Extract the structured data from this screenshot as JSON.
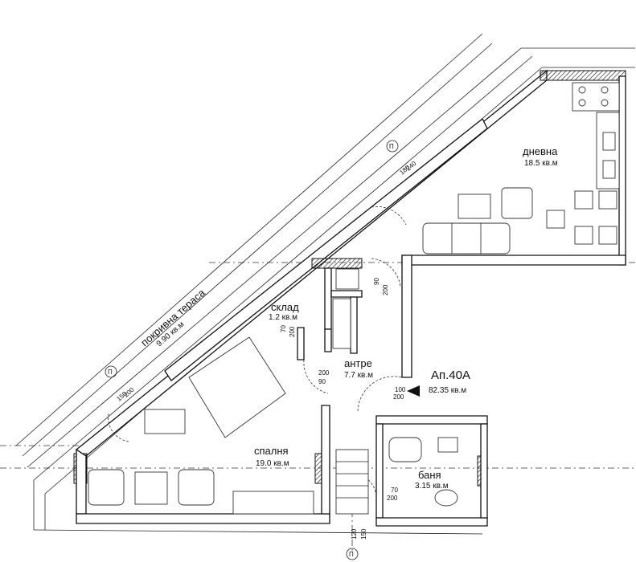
{
  "rooms": {
    "roof_terrace": {
      "name": "покривна тераса",
      "area": "9.90 кв.м"
    },
    "living": {
      "name": "дневна",
      "area": "18.5 кв.м"
    },
    "storage": {
      "name": "склад",
      "area": "1.2 кв.м"
    },
    "hall": {
      "name": "антре",
      "area": "7.7 кв.м"
    },
    "bedroom": {
      "name": "спалня",
      "area": "19.0 кв.м"
    },
    "bath": {
      "name": "баня",
      "area": "3.15 кв.м"
    }
  },
  "apartment": {
    "id": "Ап.40А",
    "area": "82.35 кв.м"
  },
  "dimensions": {
    "win_top": [
      "240",
      "180"
    ],
    "win_left": [
      "200",
      "150"
    ],
    "door_living": [
      "90",
      "200"
    ],
    "door_storage": [
      "70",
      "200"
    ],
    "door_hall": [
      "200",
      "90"
    ],
    "door_entry": [
      "100",
      "200"
    ],
    "door_bath": [
      "70",
      "200"
    ],
    "bottom": [
      "120",
      "150"
    ]
  },
  "axis_marker": "П"
}
